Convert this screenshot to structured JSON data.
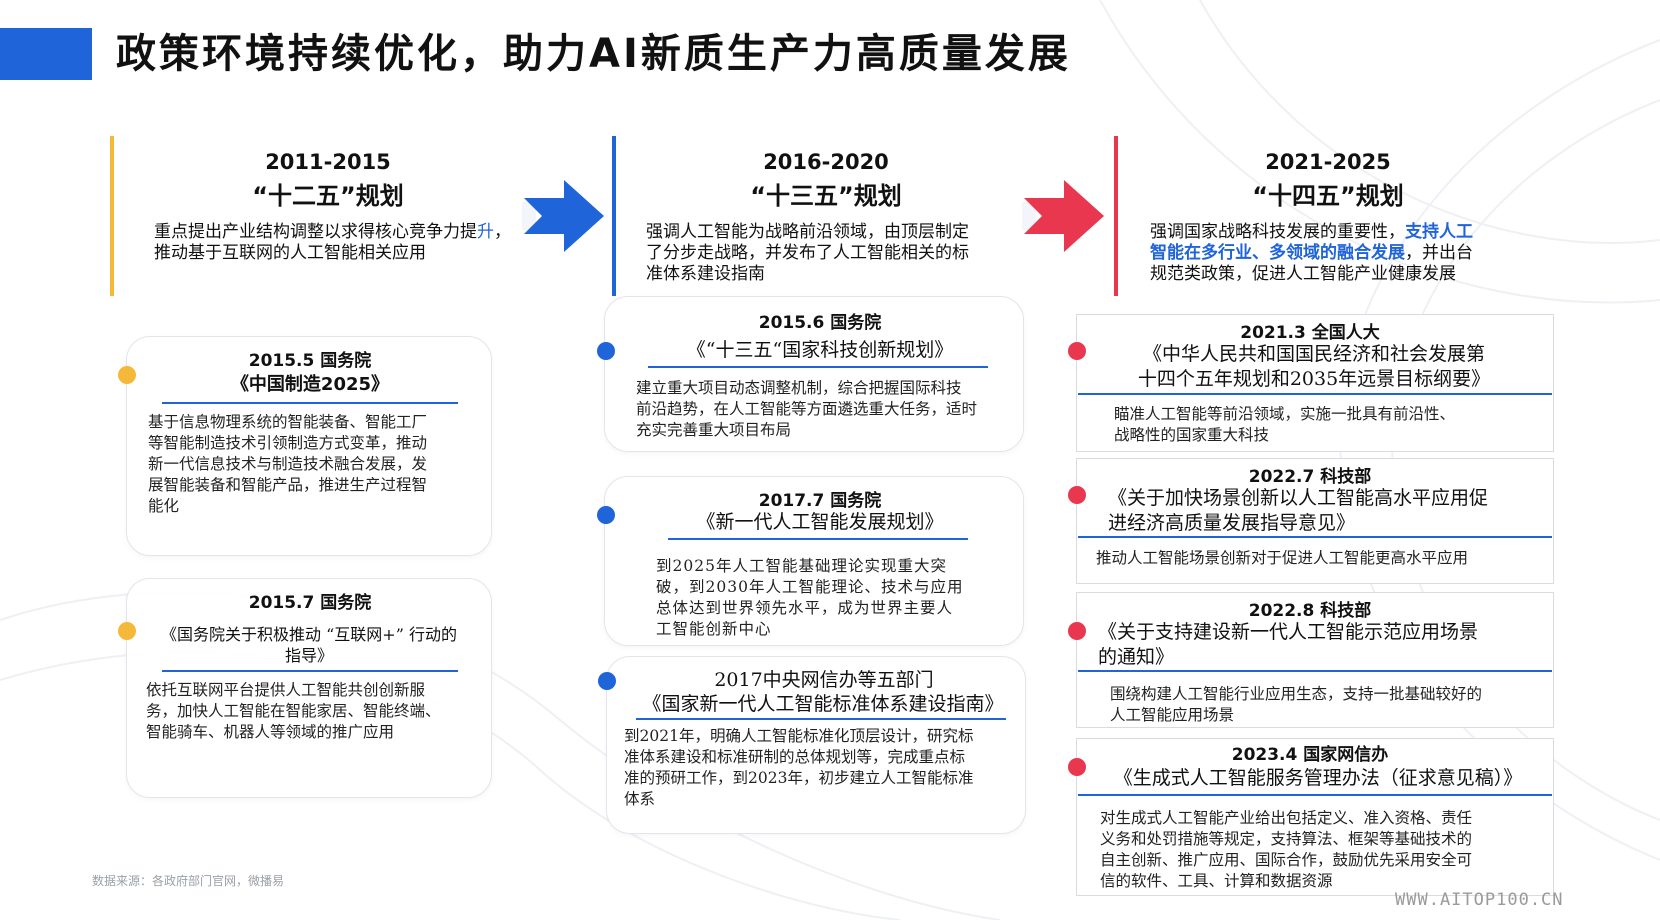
{
  "title": "政策环境持续优化，助力AI新质生产力高质量发展",
  "columns": [
    {
      "years": "2011-2015",
      "plan": "“十二五”规划",
      "desc_a": "重点提出产业结构调整以求得核心竞争力提",
      "desc_hl": "升",
      "desc_b": "，推动基于互联网的人工智能相关应用",
      "bar_color": "#f5b93a"
    },
    {
      "years": "2016-2020",
      "plan": "“十三五”规划",
      "desc_l1": "强调人工智能为战略前沿领域，由顶层制定",
      "desc_l2": "了分步走战略，并发布了人工智能相关的标",
      "desc_l3": "准体系建设指南",
      "bar_color": "#1f64d8"
    },
    {
      "years": "2021-2025",
      "plan": "“十四五”规划",
      "desc_a": "强调国家战略科技发展的重要性，",
      "desc_hl1": "支持人工",
      "desc_hl2": "智能在多行业、多领域的融合发展",
      "desc_b": "，并出台",
      "desc_c": "规范类政策，促进人工智能产业健康发展",
      "bar_color": "#e8374e"
    }
  ],
  "col1_cards": [
    {
      "date": "2015.5 国务院",
      "doc": "《中国制造2025》",
      "body": [
        "基于信息物理系统的智能装备、智能工厂",
        "等智能制造技术引领制造方式变革，推动",
        "新一代信息技术与制造技术融合发展，发",
        "展智能装备和智能产品，推进生产过程智",
        "能化"
      ]
    },
    {
      "date": "2015.7 国务院",
      "doc_l1": "《国务院关于积极推动 “互联网+” 行动的",
      "doc_l2": "指导》",
      "body": [
        "依托互联网平台提供人工智能共创创新服",
        "务，加快人工智能在智能家居、智能终端、",
        "智能骑车、机器人等领域的推广应用"
      ]
    }
  ],
  "col2_cards": [
    {
      "date": "2015.6 国务院",
      "doc": "《“十三五“国家科技创新规划》",
      "body": [
        "建立重大项目动态调整机制，综合把握国际科技",
        "前沿趋势，在人工智能等方面遴选重大任务，适时",
        "充实完善重大项目布局"
      ]
    },
    {
      "date": "2017.7 国务院",
      "doc": "《新一代人工智能发展规划》",
      "body": [
        "到2025年人工智能基础理论实现重大突",
        "破，到2030年人工智能理论、技术与应用",
        "总体达到世界领先水平，成为世界主要人",
        "工智能创新中心"
      ]
    },
    {
      "date": "2017中央网信办等五部门",
      "doc": "《国家新一代人工智能标准体系建设指南》",
      "body": [
        "到2021年，明确人工智能标准化顶层设计，研究标",
        "准体系建设和标准研制的总体规划等，完成重点标",
        "准的预研工作，到2023年，初步建立人工智能标准",
        "体系"
      ]
    }
  ],
  "col3_cards": [
    {
      "date": "2021.3 全国人大",
      "doc_l1": "《中华人民共和国国民经济和社会发展第",
      "doc_l2": "十四个五年规划和2035年远景目标纲要》",
      "body": [
        "瞄准人工智能等前沿领域，实施一批具有前沿性、",
        "战略性的国家重大科技"
      ]
    },
    {
      "date": "2022.7 科技部",
      "doc_l1": "《关于加快场景创新以人工智能高水平应用促",
      "doc_l2": "进经济高质量发展指导意见》",
      "body": [
        "推动人工智能场景创新对于促进人工智能更高水平应用"
      ]
    },
    {
      "date": "2022.8 科技部",
      "doc_l1": "《关于支持建设新一代人工智能示范应用场景",
      "doc_l2": "的通知》",
      "body": [
        "围绕构建人工智能行业应用生态，支持一批基础较好的",
        "人工智能应用场景"
      ]
    },
    {
      "date": "2023.4 国家网信办",
      "doc": "《生成式人工智能服务管理办法（征求意见稿）》",
      "body": [
        "对生成式人工智能产业给出包括定义、准入资格、责任",
        "义务和处罚措施等规定，支持算法、框架等基础技术的",
        "自主创新、推广应用、国际合作，鼓励优先采用安全可",
        "信的软件、工具、计算和数据资源"
      ]
    }
  ],
  "source": "数据来源：各政府部门官网，微播易",
  "watermark": "WWW.AITOP100.CN",
  "colors": {
    "accent_blue": "#1f64d8",
    "accent_yellow": "#f5b93a",
    "accent_red": "#e8374e"
  }
}
